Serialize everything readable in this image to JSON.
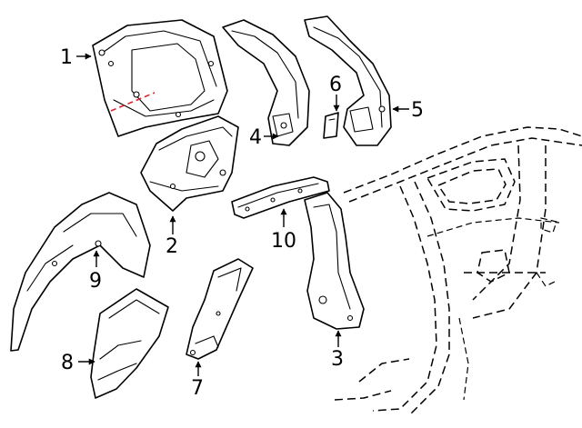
{
  "diagram": {
    "callouts": [
      {
        "id": "1",
        "label": "1"
      },
      {
        "id": "2",
        "label": "2"
      },
      {
        "id": "3",
        "label": "3"
      },
      {
        "id": "4",
        "label": "4"
      },
      {
        "id": "5",
        "label": "5"
      },
      {
        "id": "6",
        "label": "6"
      },
      {
        "id": "7",
        "label": "7"
      },
      {
        "id": "8",
        "label": "8"
      },
      {
        "id": "9",
        "label": "9"
      },
      {
        "id": "10",
        "label": "10"
      }
    ],
    "colors": {
      "line": "#000000",
      "background": "#ffffff",
      "cut_line": "#e0202a"
    }
  }
}
